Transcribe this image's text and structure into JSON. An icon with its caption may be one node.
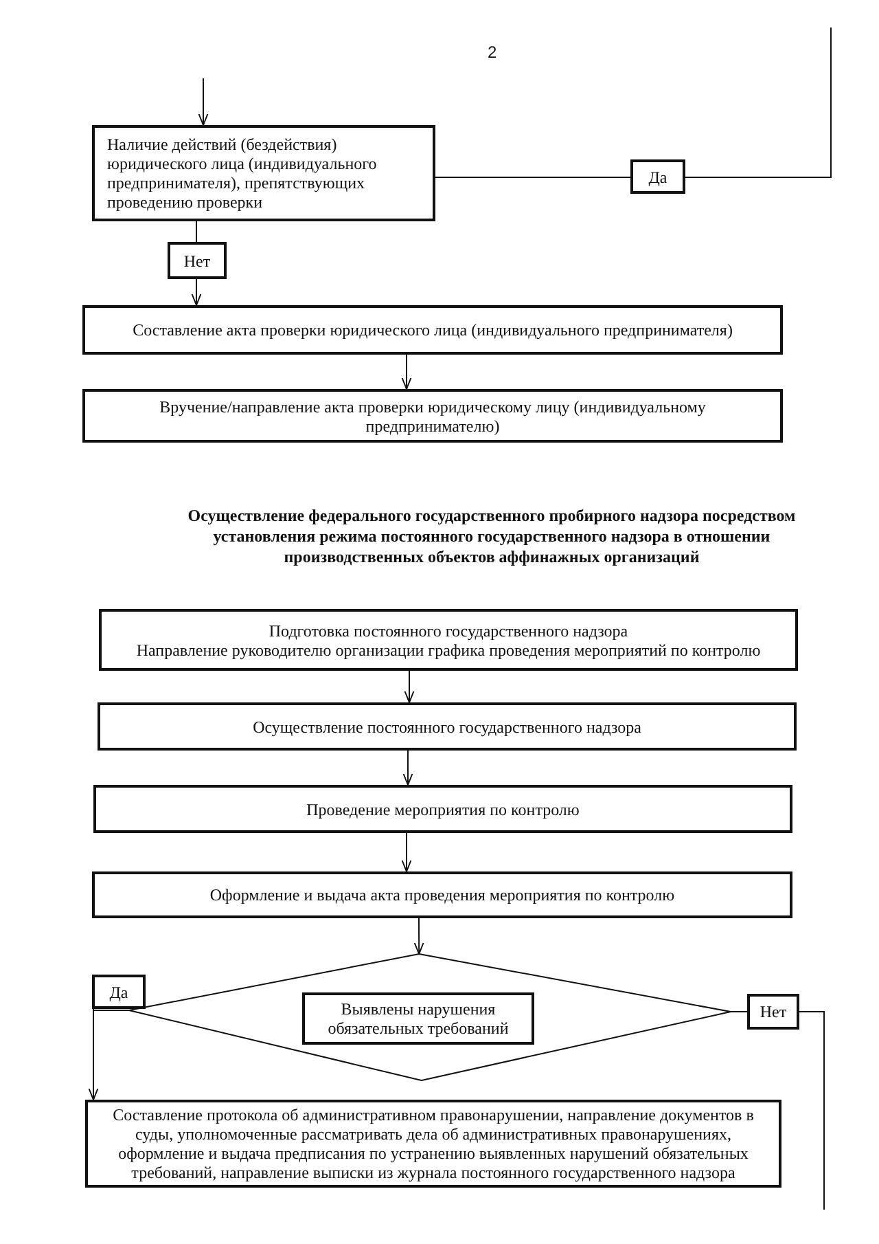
{
  "diagram": {
    "title": "Осуществление федерального государственного пробирного надзора посредством установления режима постоянного государственного надзора в отношении производственных объектов аффинажных организаций",
    "nodes": [
      {
        "text": [
          "Наличие действий (бездействия) юридического лица (индивидуального предпринимателя), препятствующих проведению проверки"
        ]
      },
      {
        "text": [
          "Да"
        ]
      },
      {
        "text": [
          "Нет"
        ]
      },
      {
        "text": [
          "Составление акта проверки юридического лица (индивидуального предпринимателя)"
        ]
      },
      {
        "text": [
          "Вручение/направление акта проверки юридическому лицу (индивидуальному предпринимателю)"
        ]
      },
      {
        "text": [
          "Подготовка постоянного государственного надзора",
          "Направление руководителю организации графика проведения мероприятий по контролю"
        ]
      },
      {
        "text": [
          "Осуществление постоянного государственного надзора"
        ]
      },
      {
        "text": [
          "Проведение мероприятия по контролю"
        ]
      },
      {
        "text": [
          "Оформление и выдача акта проведения мероприятия по контролю"
        ]
      },
      {
        "text": [],
        "shape": "diamond"
      },
      {
        "text": [
          "Выявлены нарушения обязательных требований"
        ],
        "in": 9
      },
      {
        "text": [
          "Да"
        ]
      },
      {
        "text": [
          "Нет"
        ]
      },
      {
        "text": [
          "Составление протокола об административном правонарушении, направление документов в суды, уполномоченные рассматривать дела об административных правонарушениях, оформление и выдача предписания по устранению выявленных нарушений обязательных требований, направление выписки из журнала постоянного государственного надзора"
        ]
      }
    ],
    "edges": [
      {
        "from": null,
        "to": 0,
        "arrow": "to"
      },
      {
        "from": 0,
        "to": 1,
        "arrow": "none"
      },
      {
        "from": 1,
        "to": null,
        "arrow": "none"
      },
      {
        "from": 0,
        "to": 2,
        "arrow": "none"
      },
      {
        "from": 2,
        "to": 3,
        "arrow": "to"
      },
      {
        "from": 3,
        "to": 4,
        "arrow": "to"
      },
      {
        "from": 5,
        "to": 6,
        "arrow": "to"
      },
      {
        "from": 6,
        "to": 7,
        "arrow": "to"
      },
      {
        "from": 7,
        "to": 8,
        "arrow": "to"
      },
      {
        "from": 8,
        "to": 9,
        "arrow": "to"
      },
      {
        "from": 9,
        "to": 11,
        "arrow": "none"
      },
      {
        "from": 11,
        "to": 13,
        "arrow": "to"
      },
      {
        "from": 9,
        "to": 12,
        "arrow": "none"
      },
      {
        "from": 12,
        "to": null,
        "arrow": "none"
      }
    ],
    "labels": [
      "2"
    ]
  }
}
